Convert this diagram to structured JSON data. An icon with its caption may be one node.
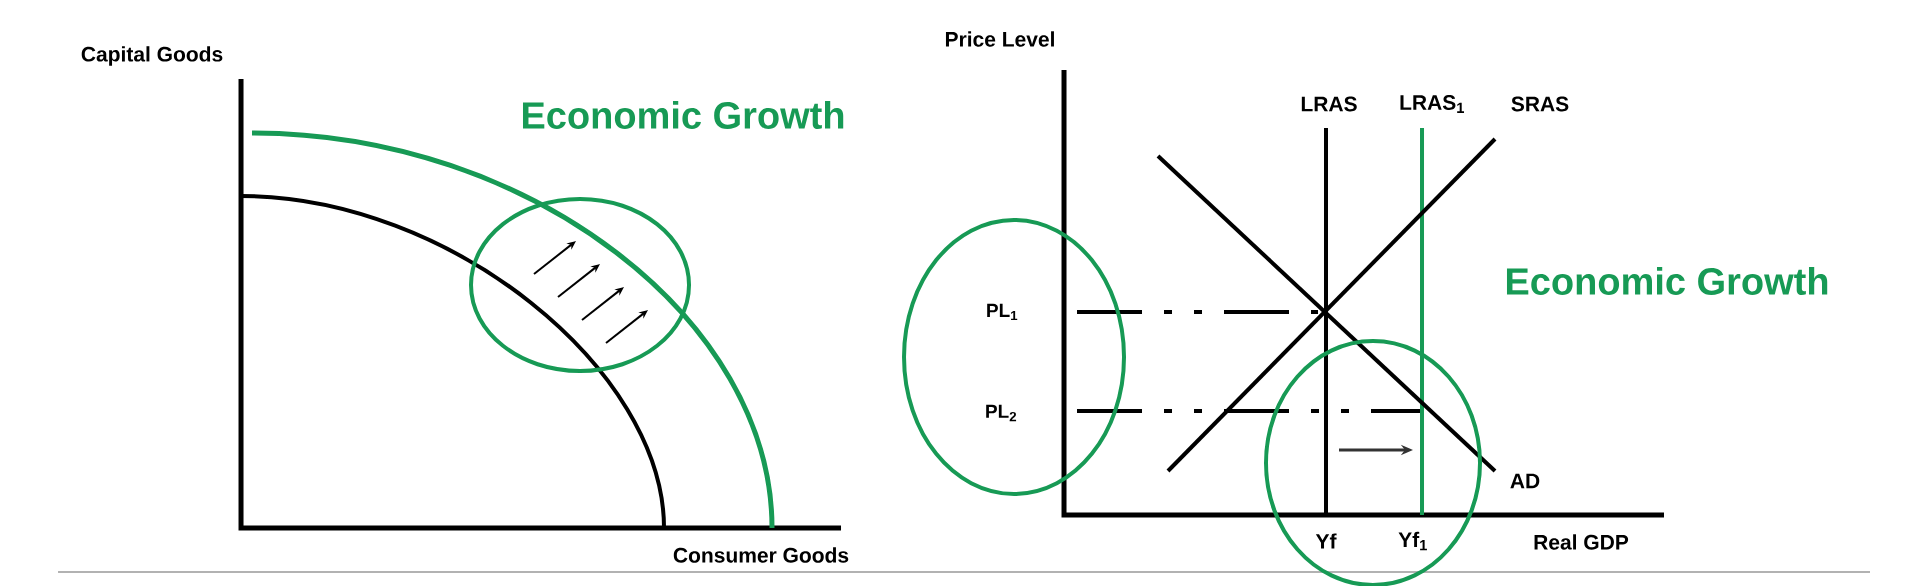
{
  "diagram": {
    "labels": [
      "Capital Goods",
      "Economic Growth",
      "Consumer Goods",
      "Price Level",
      "LRAS",
      "LRAS$_{1}$",
      "SRAS",
      "Economic Growth",
      "PL$_{1}$",
      "PL$_{2}$",
      "AD",
      "Yf",
      "Yf$_{1}$",
      "Real GDP"
    ]
  }
}
